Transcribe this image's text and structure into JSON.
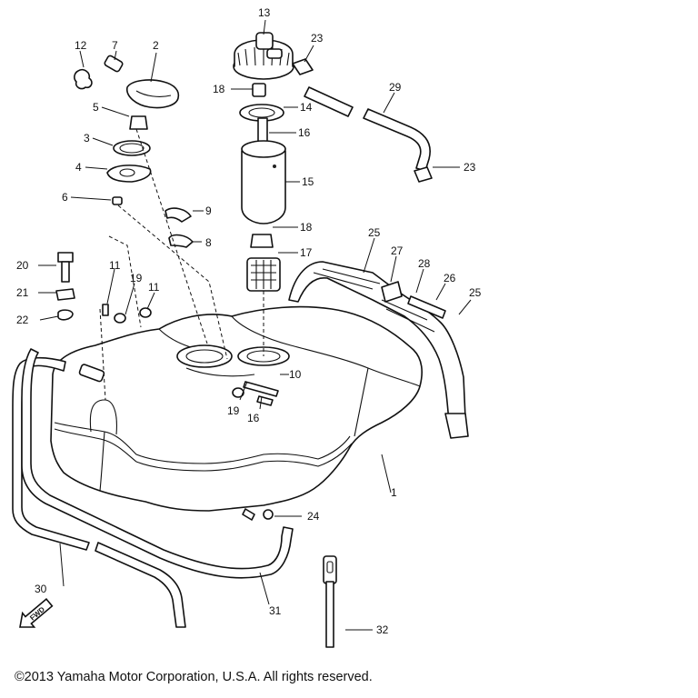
{
  "diagram": {
    "callouts": [
      {
        "id": "c12",
        "label": "12"
      },
      {
        "id": "c7",
        "label": "7"
      },
      {
        "id": "c2",
        "label": "2"
      },
      {
        "id": "c5",
        "label": "5"
      },
      {
        "id": "c3",
        "label": "3"
      },
      {
        "id": "c4",
        "label": "4"
      },
      {
        "id": "c6",
        "label": "6"
      },
      {
        "id": "c9",
        "label": "9"
      },
      {
        "id": "c8",
        "label": "8"
      },
      {
        "id": "c13",
        "label": "13"
      },
      {
        "id": "c18a",
        "label": "18"
      },
      {
        "id": "c14",
        "label": "14"
      },
      {
        "id": "c16a",
        "label": "16"
      },
      {
        "id": "c15",
        "label": "15"
      },
      {
        "id": "c18b",
        "label": "18"
      },
      {
        "id": "c17",
        "label": "17"
      },
      {
        "id": "c23a",
        "label": "23"
      },
      {
        "id": "c29",
        "label": "29"
      },
      {
        "id": "c23b",
        "label": "23"
      },
      {
        "id": "c20",
        "label": "20"
      },
      {
        "id": "c21",
        "label": "21"
      },
      {
        "id": "c22",
        "label": "22"
      },
      {
        "id": "c11a",
        "label": "11"
      },
      {
        "id": "c19a",
        "label": "19"
      },
      {
        "id": "c11b",
        "label": "11"
      },
      {
        "id": "c25a",
        "label": "25"
      },
      {
        "id": "c27",
        "label": "27"
      },
      {
        "id": "c28",
        "label": "28"
      },
      {
        "id": "c26",
        "label": "26"
      },
      {
        "id": "c25b",
        "label": "25"
      },
      {
        "id": "c10",
        "label": "10"
      },
      {
        "id": "c19b",
        "label": "19"
      },
      {
        "id": "c16b",
        "label": "16"
      },
      {
        "id": "c1",
        "label": "1"
      },
      {
        "id": "c24",
        "label": "24"
      },
      {
        "id": "c30",
        "label": "30"
      },
      {
        "id": "c31",
        "label": "31"
      },
      {
        "id": "c32",
        "label": "32"
      }
    ],
    "fwd_label": "FWD",
    "copyright": "©2013 Yamaha Motor Corporation, U.S.A. All rights reserved."
  }
}
